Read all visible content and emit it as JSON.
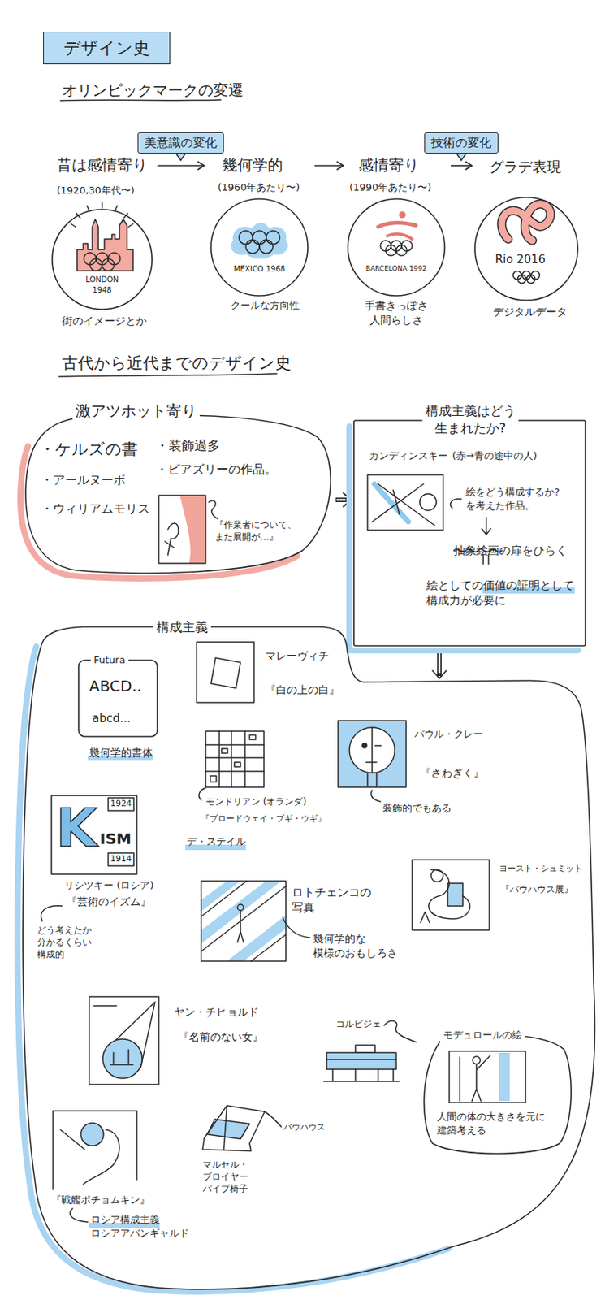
{
  "diagram": {
    "title": "デザイン史",
    "nodes": [
      {
        "text": [
          "昔は感情寄り",
          "(1920,30年代〜)",
          "LONDON 1948",
          "街のイメージとか"
        ]
      },
      {
        "text": [
          "幾何学的",
          "(1960年あたり〜)",
          "MEXICO 1968",
          "クールな方向性"
        ]
      },
      {
        "text": [
          "感情寄り",
          "(1990年あたり〜)",
          "BARCELONA 1992",
          "手書きっぽさ 人間らしさ"
        ]
      },
      {
        "text": [
          "グラデ表現",
          "Rio 2016",
          "デジタルデータ"
        ]
      },
      {
        "text": [
          "激アツホット寄り",
          "・ケルズの書",
          "・装飾過多",
          "・アールヌーボ",
          "・ビアズリーの作品。",
          "・ウィリアムモリス",
          "『作業者について、 また展開が…』"
        ]
      },
      {
        "text": [
          "構成主義はどう 生まれたか?",
          "カンディンスキー",
          "(赤→青の途中の人)",
          "絵をどう構成するか? を考えた作品。",
          "抽象絵画の扉をひらく",
          "絵としての価値の証明として 構成力が必要に"
        ]
      },
      {
        "text": [
          "構成主義"
        ]
      },
      {
        "text": [
          "Futura",
          "ABCD..",
          "abcd...",
          "幾何学的書体"
        ],
        "in": 6
      },
      {
        "text": [
          "モデュロールの絵",
          "人間の体の大きさを元に 建築考える"
        ],
        "in": 6
      }
    ],
    "edges": [
      {
        "from": 0,
        "to": 1,
        "arrow": "to",
        "label": "美意識の変化"
      },
      {
        "from": 1,
        "to": 2,
        "arrow": "to"
      },
      {
        "from": 2,
        "to": 3,
        "arrow": "to",
        "label": "技術の変化"
      },
      {
        "from": 4,
        "to": 5,
        "arrow": "to"
      },
      {
        "from": 5,
        "to": 6,
        "arrow": "to"
      }
    ],
    "labels": [
      "オリンピックマークの変遷",
      "古代から近代までのデザイン史",
      "マレーヴィチ",
      "『白の上の白』",
      "パウル・クレー",
      "『さわぎく』",
      "モンドリアン (オランダ)",
      "『ブロードウェイ・ブギ・ウギ』",
      "デ・ステイル",
      "装飾的でもある",
      "K",
      "ISM",
      "1924",
      "1914",
      "リシツキー (ロシア)",
      "『芸術のイズム』",
      "どう考えたか 分かるくらい 構成的",
      "ロトチェンコの 写真",
      "幾何学的な 模様のおもしろさ",
      "ヨースト・シュミット",
      "『バウハウス展』",
      "ヤン・チヒョルド",
      "『名前のない女』",
      "コルビジェ",
      "バウハウス",
      "マルセル・ブロイヤー パイプ椅子",
      "『戦艦ポチョムキン』",
      "ロシア構成主義 ロシアアバンギャルド"
    ]
  }
}
